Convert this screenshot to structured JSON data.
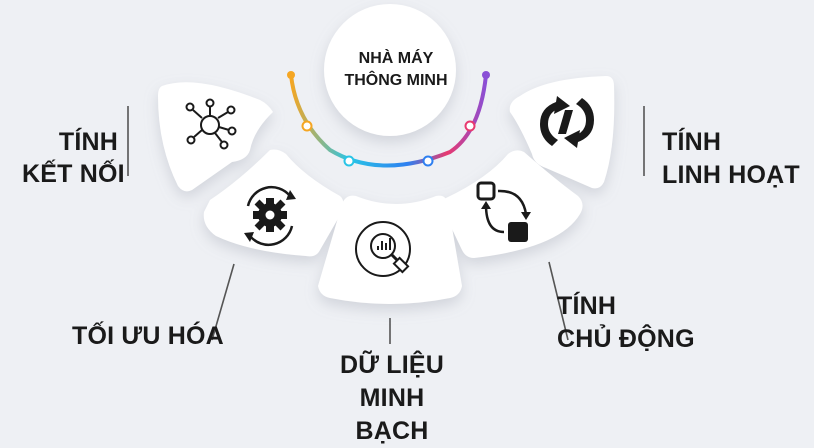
{
  "center": {
    "line1": "NHÀ MÁY",
    "line2": "THÔNG MINH"
  },
  "items": [
    {
      "key": "connectivity",
      "icon": "network-hub-icon",
      "line1": "TÍNH",
      "line2": "KẾT NỐI"
    },
    {
      "key": "optimization",
      "icon": "gear-cycle-icon",
      "line1": "TỐI ƯU HÓA",
      "line2": ""
    },
    {
      "key": "transparency",
      "icon": "chart-magnifier-icon",
      "line1": "DỮ LIỆU",
      "line2": "MINH BẠCH"
    },
    {
      "key": "proactivity",
      "icon": "process-flow-icon",
      "line1": "TÍNH",
      "line2": "CHỦ ĐỘNG"
    },
    {
      "key": "flexibility",
      "icon": "rotate-arrows-icon",
      "line1": "TÍNH",
      "line2": "LINH HOẠT"
    }
  ],
  "colors": {
    "background": "#eef0f4",
    "card": "#ffffff",
    "icon": "#1a1a1a",
    "arc_orange": "#f5a623",
    "arc_cyan": "#29c4e6",
    "arc_blue": "#2e7ff0",
    "arc_pink": "#e8396f",
    "arc_purple": "#8a4fd6"
  }
}
